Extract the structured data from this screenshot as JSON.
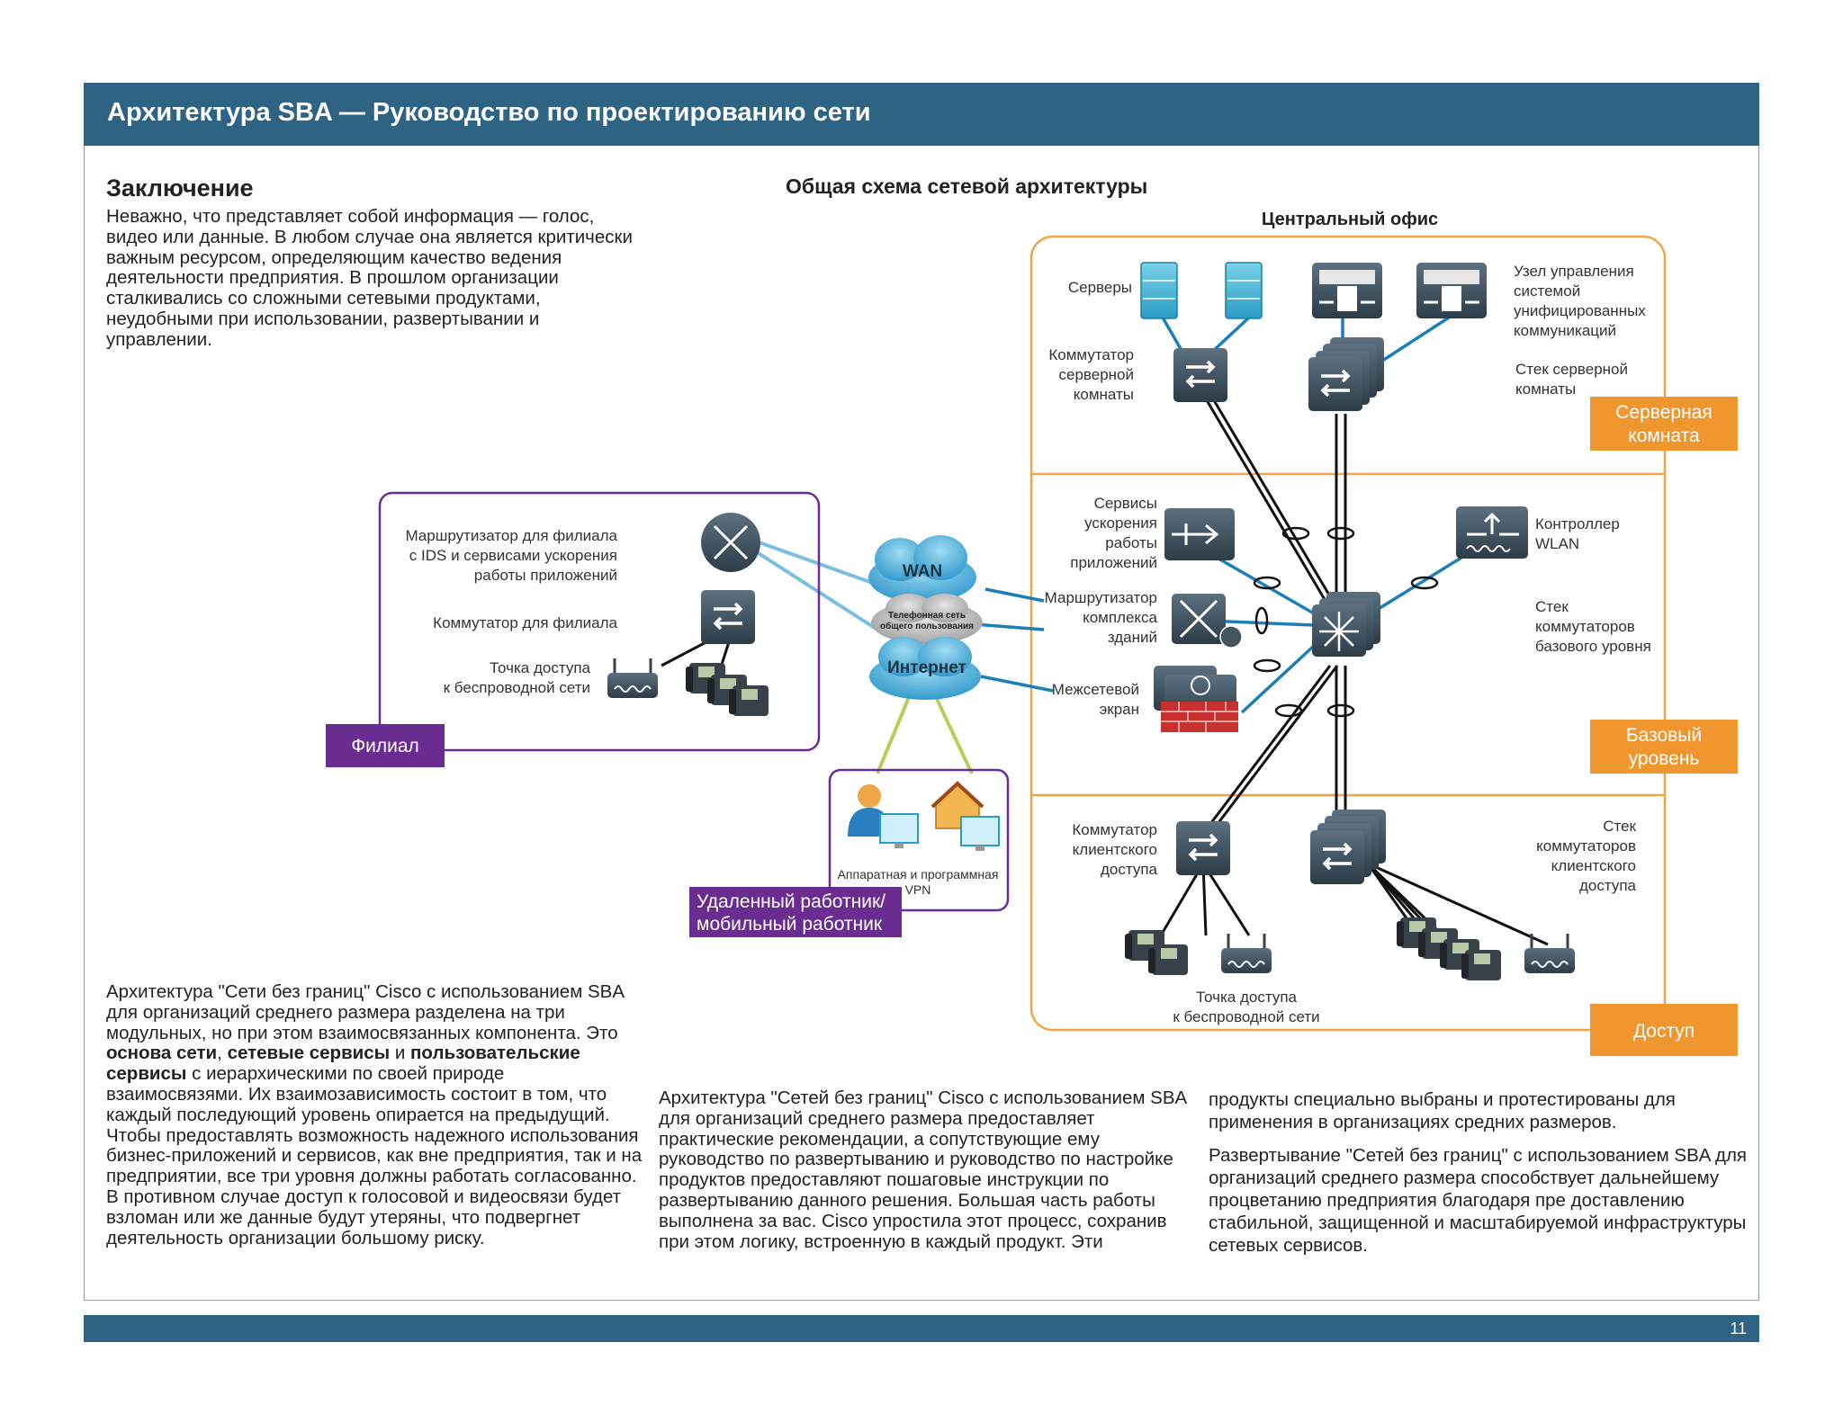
{
  "header": {
    "title": "Архитектура SBA — Руководство по проектированию сети"
  },
  "conclusion": {
    "title": "Заключение",
    "text": "Неважно, что представляет собой информация — голос, видео или данные. В любом случае она является критически важным ресурсом, определяющим качество ведения деятельности предприятия. В прошлом организации сталкивались со сложными сетевыми продуктами, неудобными при использовании, развертывании и управлении."
  },
  "diagram": {
    "title": "Общая схема сетевой архитектуры",
    "hq_title": "Центральный офис",
    "servers": "Серверы",
    "ucm_1": "Узел управления",
    "ucm_2": "системой",
    "ucm_3": "унифицированных",
    "ucm_4": "коммуникаций",
    "srv_switch_1": "Коммутатор",
    "srv_switch_2": "серверной",
    "srv_switch_3": "комнаты",
    "srv_stack_1": "Стек серверной",
    "srv_stack_2": "комнаты",
    "badge_server_1": "Серверная",
    "badge_server_2": "комната",
    "accel_1": "Сервисы",
    "accel_2": "ускорения",
    "accel_3": "работы",
    "accel_4": "приложений",
    "wlc_1": "Контроллер",
    "wlc_2": "WLAN",
    "campus_router_1": "Маршрутизатор",
    "campus_router_2": "комплекса",
    "campus_router_3": "зданий",
    "core_stack_1": "Стек",
    "core_stack_2": "коммутаторов",
    "core_stack_3": "базового уровня",
    "firewall_1": "Межсетевой",
    "firewall_2": "экран",
    "badge_core_1": "Базовый",
    "badge_core_2": "уровень",
    "access_switch_1": "Коммутатор",
    "access_switch_2": "клиентского",
    "access_switch_3": "доступа",
    "access_stack_1": "Стек",
    "access_stack_2": "коммутаторов",
    "access_stack_3": "клиентского",
    "access_stack_4": "доступа",
    "ap_1": "Точка доступа",
    "ap_2": "к беспроводной сети",
    "badge_access": "Доступ",
    "branch_router_1": "Маршрутизатор для филиала",
    "branch_router_2": "с IDS и сервисами ускорения",
    "branch_router_3": "работы приложений",
    "branch_switch": "Коммутатор для филиала",
    "branch_ap_1": "Точка доступа",
    "branch_ap_2": "к беспроводной сети",
    "badge_branch": "Филиал",
    "wan": "WAN",
    "pstn_1": "Телефонная сеть",
    "pstn_2": "общего пользования",
    "internet": "Интернет",
    "vpn_1": "Аппаратная и программная",
    "vpn_2": "VPN",
    "badge_remote_1": "Удаленный работник/",
    "badge_remote_2": "мобильный работник"
  },
  "col1": {
    "p1": "Архитектура \"Сети без границ\" Cisco с использованием SBA для организаций среднего размера разделена на три модульных, но при этом взаимосвязанных компонента. Это ",
    "b1": "основа сети",
    "s1": ", ",
    "b2": "сетевые сервисы",
    "s2": " и ",
    "b3": "пользовательские сервисы",
    "p2": " с иерархическими по своей природе взаимосвязями. Их взаимозависимость состоит в том, что каждый последующий уровень опирается на предыдущий. Чтобы предоставлять возможность надежного использования бизнес-приложений и сервисов, как вне предприятия, так и на предприятии, все три уровня должны работать согласованно. В противном случае доступ к голосовой и видеосвязи будет взломан или же данные будут утеряны, что подвергнет деятельность организации большому риску."
  },
  "col2": {
    "text": "Архитектура \"Сетей без границ\" Cisco с использованием SBA для организаций среднего размера предоставляет практические рекомендации, а сопутствующие ему руководство по развертыванию и руководство по настройке продуктов предоставляют пошаговые инструкции по развертыванию данного решения. Большая часть работы выполнена за вас. Cisco упростила этот процесс, сохранив при этом логику, встроенную в каждый продукт. Эти"
  },
  "col3": {
    "p1": "продукты специально выбраны и протестированы для применения в организациях средних размеров.",
    "p2": "Развертывание \"Сетей без границ\" с использованием SBA для организаций среднего размера способствует дальнейшему процветанию предприятия благодаря пре доставлению стабильной, защищенной и масштабируемой инфраструктуры сетевых сервисов."
  },
  "footer": {
    "page": "11"
  },
  "colors": {
    "header": "#2f6384",
    "orange": "#f0962e",
    "orange_line": "#f0a546",
    "purple": "#6b2c91",
    "device": "#3d4f5c",
    "cloud": "#3fa9d8",
    "firewall": "#c83030"
  }
}
